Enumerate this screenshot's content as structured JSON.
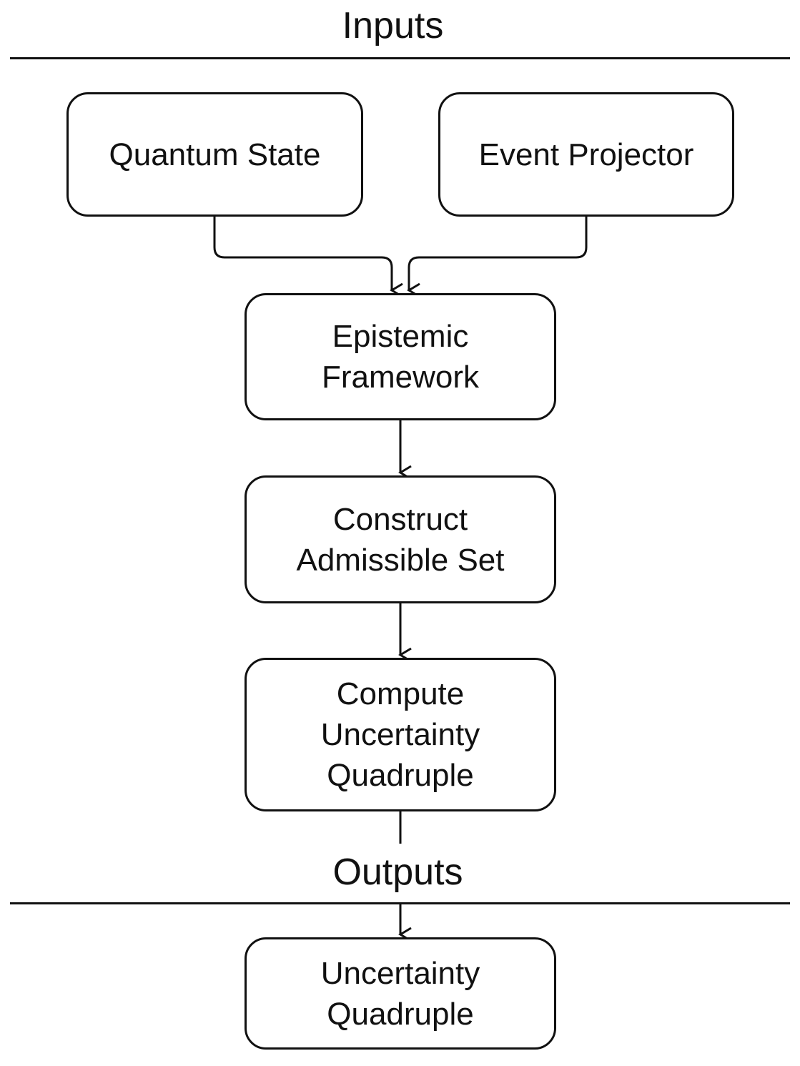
{
  "sections": {
    "inputs_title": "Inputs",
    "outputs_title": "Outputs"
  },
  "nodes": {
    "quantum_state": "Quantum State",
    "event_projector": "Event Projector",
    "epistemic_framework": "Epistemic\nFramework",
    "construct_admissible_set": "Construct\nAdmissible  Set",
    "compute_uncertainty_quadruple": "Compute\nUncertainty\nQuadruple",
    "uncertainty_quadruple": "Uncertainty\nQuadruple"
  },
  "edges": [
    {
      "from": "quantum_state",
      "to": "epistemic_framework"
    },
    {
      "from": "event_projector",
      "to": "epistemic_framework"
    },
    {
      "from": "epistemic_framework",
      "to": "construct_admissible_set"
    },
    {
      "from": "construct_admissible_set",
      "to": "compute_uncertainty_quadruple"
    },
    {
      "from": "compute_uncertainty_quadruple",
      "to": "uncertainty_quadruple"
    }
  ]
}
